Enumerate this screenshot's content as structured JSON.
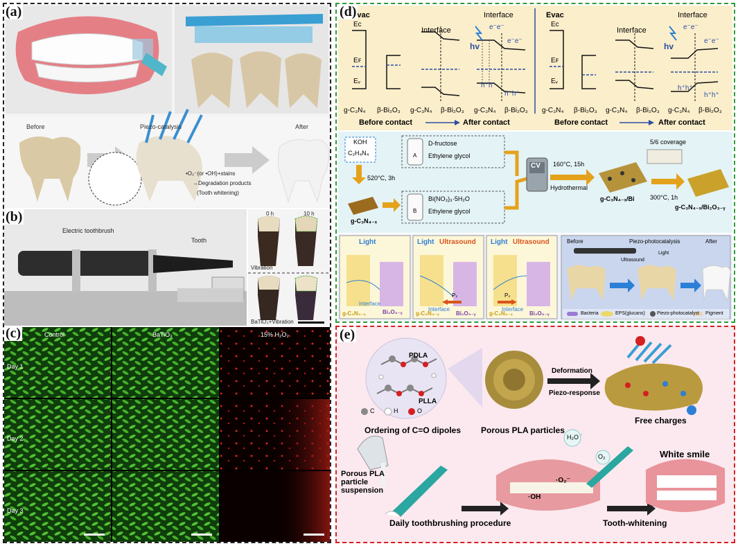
{
  "panel_labels": {
    "a": "(a)",
    "b": "(b)",
    "c": "(c)",
    "d": "(d)",
    "e": "(e)"
  },
  "panel_a": {
    "before": "Before",
    "piezo": "Piezo-catalysis",
    "after": "After",
    "ros": "•O₂⁻(or •OH)+stains",
    "degradation": "→Degradation products",
    "whitening": "(Tooth whitening)"
  },
  "panel_b": {
    "toothbrush": "Electric toothbrush",
    "tooth": "Tooth",
    "time0": "0 h",
    "time10": "10 h",
    "vibration": "Vibration",
    "bto_vibration": "BaTiO₃+Vibration"
  },
  "panel_c": {
    "columns": [
      "Control",
      "BaTiO₃",
      "15% H₂O₂"
    ],
    "rows": [
      "Day 1",
      "Day 2",
      "Day 3"
    ]
  },
  "panel_d": {
    "evac": "Evac",
    "ec": "Eᴄ",
    "ef": "Eꜰ",
    "ev": "Eᵥ",
    "interface": "Interface",
    "hv": "hv",
    "electrons": "e⁻e⁻",
    "holes": "h⁺h⁺",
    "gcn": "g-C₃N₄",
    "bbo": "β-Bi₂O₃",
    "before_contact": "Before contact",
    "after_contact": "After contact",
    "koh": "KOH",
    "c2h4n4": "C₂H₄N₄",
    "t520": "520°C, 3h",
    "gcnx": "g-C₃N₄₋ₓ",
    "fructose": "D-fructose",
    "eg": "Ethylene glycol",
    "a": "A",
    "b": "B",
    "bino3": "Bi(NO₃)₃·5H₂O",
    "cv": "CV",
    "t160": "160°C, 15h",
    "hydrothermal": "Hydrothermal",
    "gcnbi": "g-C₃N₄₋ₓ/Bi",
    "coverage": "5/6 coverage",
    "t300": "300°C, 1h",
    "gcnbio": "g-C₃N₄₋ₓ/Bi₂O₃₋ᵧ",
    "light": "Light",
    "ultrasound": "Ultrasound",
    "bio": "Bi₂O₃₋ᵧ",
    "ps": "Pₛ",
    "scheme_before": "Before",
    "scheme_piezo": "Piezo-photocatalysis",
    "scheme_after": "After",
    "scheme_ultrasound": "Ultrasound",
    "scheme_light": "Light",
    "legend": [
      "Bacteria",
      "EPS(glucans)",
      "Piezo-photocatalyst",
      "Pigment"
    ]
  },
  "panel_e": {
    "pdla": "PDLA",
    "plla": "PLLA",
    "c": "C",
    "h": "H",
    "o": "O",
    "ordering": "Ordering of C=O dipoles",
    "porous": "Porous PLA particles",
    "deformation": "Deformation",
    "piezo_response": "Piezo-response",
    "free_charges": "Free charges",
    "h2o": "H₂O",
    "o2": "O₂",
    "white_smile": "White smile",
    "suspension": "Porous PLA particle suspension",
    "oh": "·OH",
    "o2r": "·O₂⁻",
    "daily": "Daily toothbrushing procedure",
    "whitening": "Tooth-whitening"
  },
  "colors": {
    "green_border": "#2e9b3a",
    "red_border": "#d42020",
    "cell_green": "#3fae2a",
    "cell_red": "#d8241c"
  }
}
